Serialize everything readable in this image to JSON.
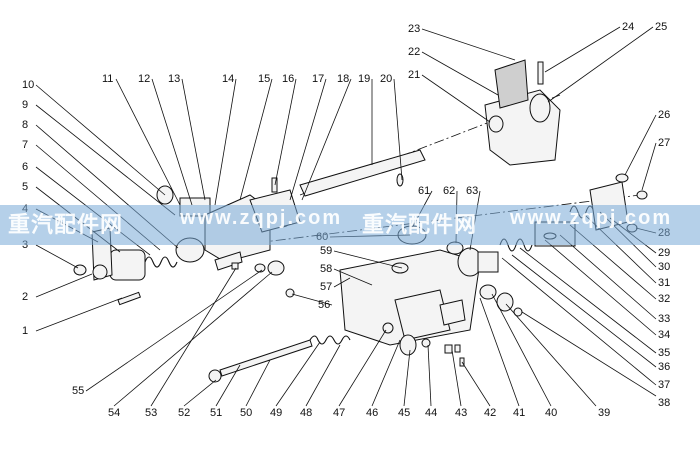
{
  "diagram": {
    "callouts": [
      "1",
      "2",
      "3",
      "4",
      "5",
      "6",
      "7",
      "8",
      "9",
      "10",
      "11",
      "12",
      "13",
      "14",
      "15",
      "16",
      "17",
      "18",
      "19",
      "20",
      "21",
      "22",
      "23",
      "24",
      "25",
      "26",
      "27",
      "28",
      "29",
      "30",
      "31",
      "32",
      "33",
      "34",
      "35",
      "36",
      "37",
      "38",
      "39",
      "40",
      "41",
      "42",
      "43",
      "44",
      "45",
      "46",
      "47",
      "48",
      "49",
      "50",
      "51",
      "52",
      "53",
      "54",
      "55",
      "56",
      "57",
      "58",
      "59",
      "60",
      "61",
      "62",
      "63"
    ]
  },
  "watermark": {
    "cn": "重汽配件网",
    "url": "www.zqpj.com",
    "cn2": "重汽配件网",
    "url2": "www.zqpj.com"
  }
}
